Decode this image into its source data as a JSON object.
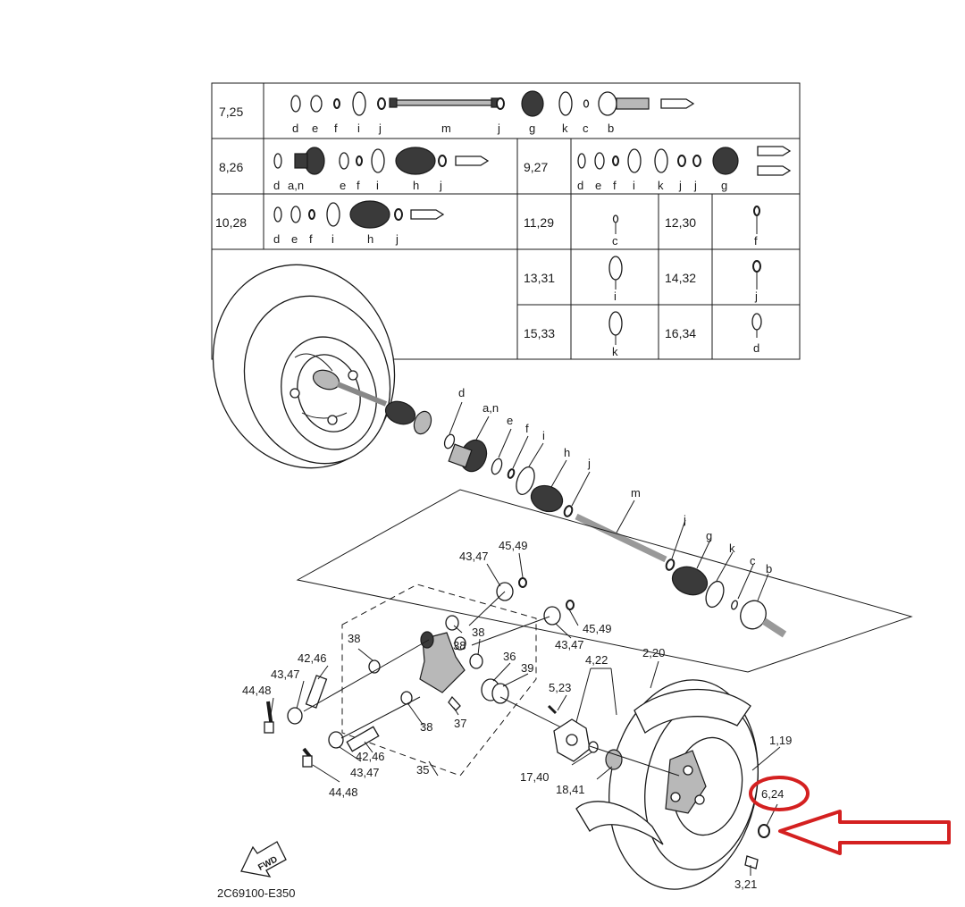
{
  "table": {
    "rows": [
      {
        "id": "7,25",
        "letters": [
          "d",
          "e",
          "f",
          "i",
          "j",
          "m",
          "j",
          "g",
          "k",
          "c",
          "b"
        ]
      },
      {
        "id": "8,26",
        "letters": [
          "d",
          "a,n",
          "e",
          "f",
          "i",
          "h",
          "j"
        ]
      },
      {
        "id": "9,27",
        "letters": [
          "d",
          "e",
          "f",
          "i",
          "k",
          "j",
          "j",
          "g"
        ]
      },
      {
        "id": "10,28",
        "letters": [
          "d",
          "e",
          "f",
          "i",
          "h",
          "j"
        ]
      },
      {
        "id": "11,29",
        "letters": [
          "c"
        ]
      },
      {
        "id": "12,30",
        "letters": [
          "f"
        ]
      },
      {
        "id": "13,31",
        "letters": [
          "i"
        ]
      },
      {
        "id": "14,32",
        "letters": [
          "j"
        ]
      },
      {
        "id": "15,33",
        "letters": [
          "k"
        ]
      },
      {
        "id": "16,34",
        "letters": [
          "d"
        ]
      }
    ]
  },
  "callouts": {
    "shaft": [
      "d",
      "a,n",
      "e",
      "f",
      "i",
      "h",
      "j",
      "m",
      "j",
      "g",
      "k",
      "c",
      "b"
    ],
    "arm": [
      "43,47",
      "45,49",
      "45,49",
      "43,47",
      "38",
      "38",
      "38",
      "42,46",
      "43,47",
      "44,48",
      "36",
      "39",
      "37",
      "38",
      "42,46",
      "43,47",
      "44,48",
      "35"
    ],
    "hub": [
      "4,22",
      "5,23",
      "2,20",
      "1,19",
      "17,40",
      "18,41",
      "6,24",
      "3,21"
    ]
  },
  "fwd_label": "FWD",
  "drawing_code": "2C69100-E350",
  "highlight_color": "#d42020"
}
